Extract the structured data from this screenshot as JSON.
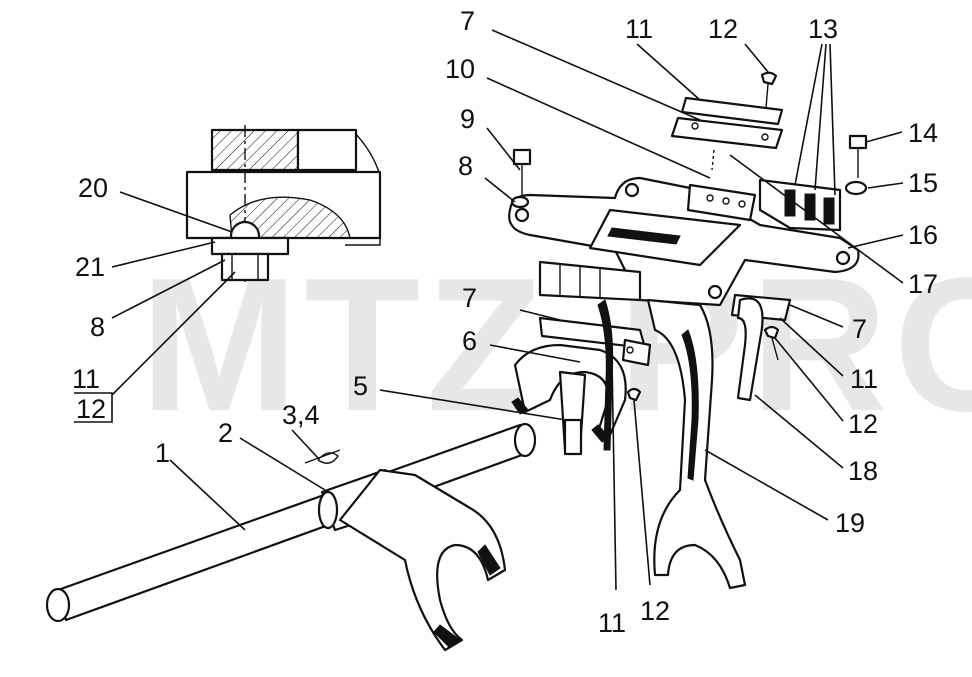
{
  "watermark": "MTZ-PRO",
  "callouts": {
    "c1": "1",
    "c2": "2",
    "c34": "3,4",
    "c5": "5",
    "c6": "6",
    "c7a": "7",
    "c7b": "7",
    "c7c": "7",
    "c8a": "8",
    "c8b": "8",
    "c9": "9",
    "c10": "10",
    "c11a": "11",
    "c11b": "11",
    "c11c": "11",
    "c11d": "11",
    "c12a": "12",
    "c12b": "12",
    "c12c": "12",
    "c12d": "12",
    "c13": "13",
    "c14": "14",
    "c15": "15",
    "c16": "16",
    "c17": "17",
    "c18": "18",
    "c19": "19",
    "c20": "20",
    "c21": "21"
  }
}
